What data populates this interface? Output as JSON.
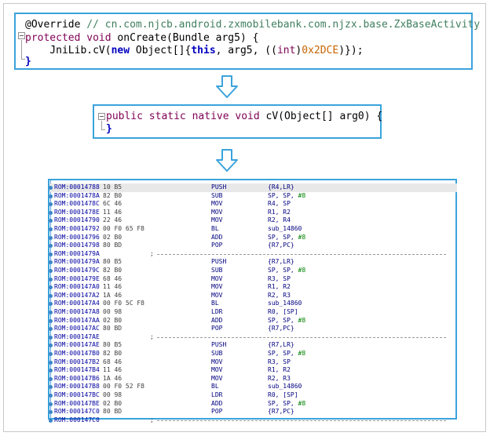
{
  "colors": {
    "frame_border": "#3aa3dc",
    "keyword": "#7f0055",
    "comment": "#3f7f5f",
    "hex_literal": "#c86400",
    "asm_address": "#0000a0",
    "asm_text": "#000080",
    "asm_number": "#008000"
  },
  "java_box": {
    "line1": {
      "annotation": "@Override",
      "comment": "// cn.com.njcb.android.zxmobilebank.com.njzx.base.ZxBaseActivity"
    },
    "line2": {
      "kw1": "protected",
      "kw2": "void",
      "rest": " onCreate(Bundle arg5) {"
    },
    "line3": {
      "pre": "    JniLib.cV(",
      "kw_new": "new",
      "mid": " Object[]{",
      "kw_this": "this",
      "mid2": ", arg5, ((",
      "kw_int": "int",
      "close_paren": ")",
      "hex": "0x2DCE",
      "tail": ")});"
    },
    "line4": {
      "brace": "}"
    }
  },
  "native_box": {
    "line1": {
      "kw1": "public",
      "kw2": "static",
      "kw3": "native",
      "kw4": "void",
      "rest": " cV(Object[] arg0) {"
    },
    "line2": {
      "brace": "}"
    }
  },
  "arrow_icon": "down-arrow-icon",
  "asm_rows": [
    {
      "addr": "ROM:00014788",
      "bytes": "10 B5",
      "mn": "PUSH",
      "op": "{R4,LR}"
    },
    {
      "addr": "ROM:0001478A",
      "bytes": "82 B0",
      "mn": "SUB",
      "op": "SP, SP, ",
      "num": "#8"
    },
    {
      "addr": "ROM:0001478C",
      "bytes": "6C 46",
      "mn": "MOV",
      "op": "R4, SP"
    },
    {
      "addr": "ROM:0001478E",
      "bytes": "11 46",
      "mn": "MOV",
      "op": "R1, R2"
    },
    {
      "addr": "ROM:00014790",
      "bytes": "22 46",
      "mn": "MOV",
      "op": "R2, R4"
    },
    {
      "addr": "ROM:00014792",
      "bytes": "00 F0 65 F8",
      "mn": "BL",
      "op": "sub_14860"
    },
    {
      "addr": "ROM:00014796",
      "bytes": "02 B0",
      "mn": "ADD",
      "op": "SP, SP, ",
      "num": "#8"
    },
    {
      "addr": "ROM:00014798",
      "bytes": "80 BD",
      "mn": "POP",
      "op": "{R7,PC}"
    },
    {
      "addr": "ROM:0001479A",
      "sep": ";"
    },
    {
      "addr": "ROM:0001479A",
      "bytes": "80 B5",
      "mn": "PUSH",
      "op": "{R7,LR}"
    },
    {
      "addr": "ROM:0001479C",
      "bytes": "82 B0",
      "mn": "SUB",
      "op": "SP, SP, ",
      "num": "#8"
    },
    {
      "addr": "ROM:0001479E",
      "bytes": "68 46",
      "mn": "MOV",
      "op": "R3, SP"
    },
    {
      "addr": "ROM:000147A0",
      "bytes": "11 46",
      "mn": "MOV",
      "op": "R1, R2"
    },
    {
      "addr": "ROM:000147A2",
      "bytes": "1A 46",
      "mn": "MOV",
      "op": "R2, R3"
    },
    {
      "addr": "ROM:000147A4",
      "bytes": "00 F0 5C F8",
      "mn": "BL",
      "op": "sub_14860"
    },
    {
      "addr": "ROM:000147A8",
      "bytes": "00 98",
      "mn": "LDR",
      "op": "R0, [SP]"
    },
    {
      "addr": "ROM:000147AA",
      "bytes": "02 B0",
      "mn": "ADD",
      "op": "SP, SP, ",
      "num": "#8"
    },
    {
      "addr": "ROM:000147AC",
      "bytes": "80 BD",
      "mn": "POP",
      "op": "{R7,PC}"
    },
    {
      "addr": "ROM:000147AE",
      "sep": ";"
    },
    {
      "addr": "ROM:000147AE",
      "bytes": "80 B5",
      "mn": "PUSH",
      "op": "{R7,LR}"
    },
    {
      "addr": "ROM:000147B0",
      "bytes": "82 B0",
      "mn": "SUB",
      "op": "SP, SP, ",
      "num": "#8"
    },
    {
      "addr": "ROM:000147B2",
      "bytes": "68 46",
      "mn": "MOV",
      "op": "R3, SP"
    },
    {
      "addr": "ROM:000147B4",
      "bytes": "11 46",
      "mn": "MOV",
      "op": "R1, R2"
    },
    {
      "addr": "ROM:000147B6",
      "bytes": "1A 46",
      "mn": "MOV",
      "op": "R2, R3"
    },
    {
      "addr": "ROM:000147B8",
      "bytes": "00 F0 52 F8",
      "mn": "BL",
      "op": "sub_14860"
    },
    {
      "addr": "ROM:000147BC",
      "bytes": "00 98",
      "mn": "LDR",
      "op": "R0, [SP]"
    },
    {
      "addr": "ROM:000147BE",
      "bytes": "02 B0",
      "mn": "ADD",
      "op": "SP, SP, ",
      "num": "#8"
    },
    {
      "addr": "ROM:000147C0",
      "bytes": "80 BD",
      "mn": "POP",
      "op": "{R7,PC}"
    },
    {
      "addr": "ROM:000147C0",
      "sep": ";"
    }
  ]
}
